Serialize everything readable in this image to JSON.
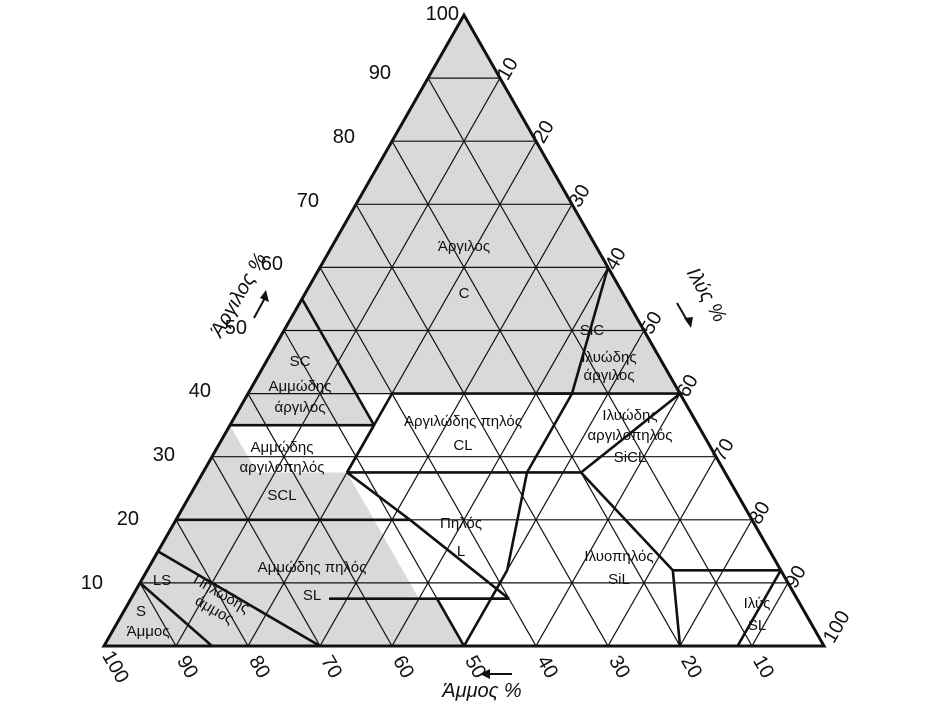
{
  "diagram": {
    "axes": {
      "clay": {
        "title": "Άργιλος %",
        "ticks": [
          "10",
          "20",
          "30",
          "40",
          "50",
          "60",
          "70",
          "80",
          "90",
          "100"
        ]
      },
      "silt": {
        "title": "Ιλύς %",
        "ticks": [
          "10",
          "20",
          "30",
          "40",
          "50",
          "60",
          "70",
          "80",
          "90",
          "100"
        ]
      },
      "sand": {
        "title": "Άμμος %",
        "ticks": [
          "100",
          "90",
          "80",
          "70",
          "60",
          "50",
          "40",
          "30",
          "20",
          "10"
        ]
      }
    },
    "classes": {
      "C": {
        "name": "Άργιλος",
        "abbr": "C"
      },
      "SiC": {
        "name1": "Ιλυώδης",
        "name2": "άργιλος",
        "abbr": "SiC"
      },
      "SC": {
        "name1": "Αμμώδης",
        "name2": "άργιλος",
        "abbr": "SC"
      },
      "CL": {
        "name": "Αργιλώδης πηλός",
        "abbr": "CL"
      },
      "SiCL": {
        "name1": "Ιλυώδης",
        "name2": "αργιλοπηλός",
        "abbr": "SiCL"
      },
      "SCL": {
        "name1": "Αμμώδης",
        "name2": "αργιλοπηλός",
        "abbr": "SCL"
      },
      "L": {
        "name": "Πηλός",
        "abbr": "L"
      },
      "SiL": {
        "name": "Ιλυοπηλός",
        "abbr": "SiL"
      },
      "SL": {
        "name": "Αμμώδης πηλός",
        "abbr": "SL"
      },
      "LS": {
        "name1": "Πηλώδης",
        "name2": "άμμος",
        "abbr": "LS"
      },
      "S": {
        "name": "Άμμος",
        "abbr": "S"
      },
      "Si": {
        "name": "Ιλύς",
        "abbr": "SL"
      }
    },
    "colors": {
      "shade": "#d9d9d9",
      "line": "#111111",
      "background": "#ffffff"
    }
  }
}
